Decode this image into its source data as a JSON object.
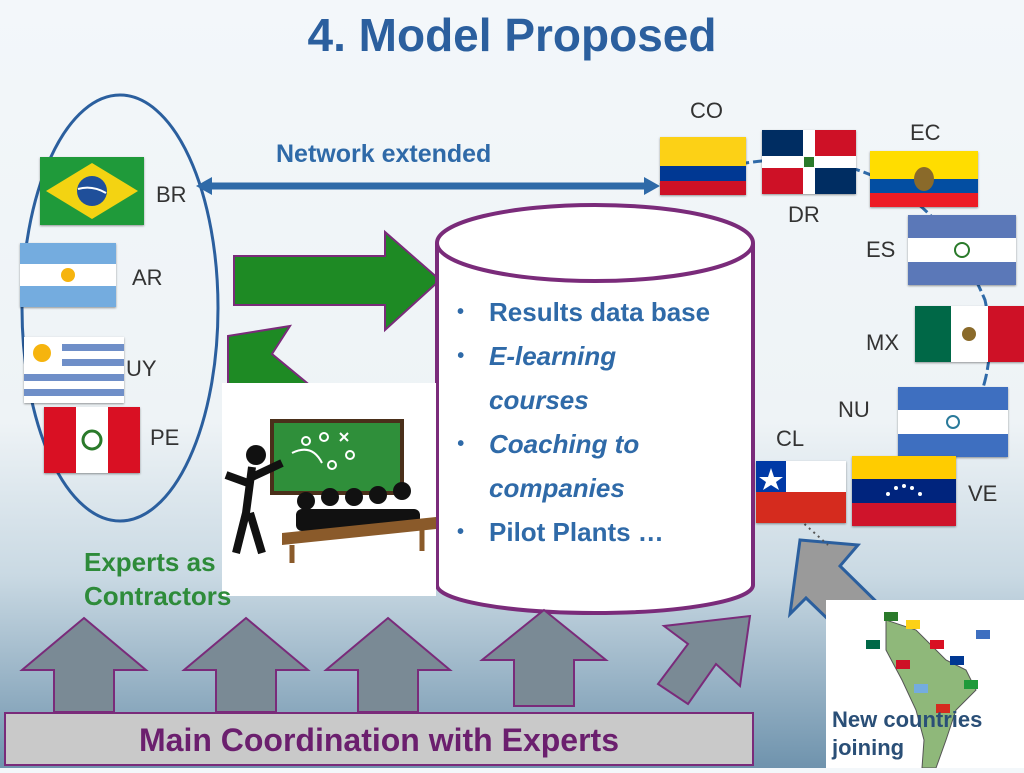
{
  "title": "4. Model Proposed",
  "network_label": "Network extended",
  "left_countries": [
    {
      "code": "BR",
      "icon": "brazil-flag"
    },
    {
      "code": "AR",
      "icon": "argentina-flag"
    },
    {
      "code": "UY",
      "icon": "uruguay-flag"
    },
    {
      "code": "PE",
      "icon": "peru-flag"
    }
  ],
  "right_countries": [
    {
      "code": "CO",
      "icon": "colombia-flag"
    },
    {
      "code": "DR",
      "icon": "dominican-republic-flag"
    },
    {
      "code": "EC",
      "icon": "ecuador-flag"
    },
    {
      "code": "ES",
      "icon": "el-salvador-flag"
    },
    {
      "code": "MX",
      "icon": "mexico-flag"
    },
    {
      "code": "NU",
      "icon": "nicaragua-flag"
    },
    {
      "code": "CL",
      "icon": "chile-flag"
    },
    {
      "code": "VE",
      "icon": "venezuela-flag"
    }
  ],
  "database_items": [
    {
      "text": "Results data base",
      "style": "normal"
    },
    {
      "text": "E-learning",
      "style": "italic"
    },
    {
      "text": "courses",
      "style": "continuation"
    },
    {
      "text": "Coaching to",
      "style": "italic"
    },
    {
      "text": "companies",
      "style": "continuation"
    },
    {
      "text": "Pilot Plants …",
      "style": "normal"
    }
  ],
  "experts_label": [
    "Experts as",
    "Contractors"
  ],
  "main_coordination": "Main Coordination with Experts",
  "new_countries": [
    "New countries",
    "joining"
  ],
  "colors": {
    "title": "#2b5f9e",
    "accent_blue": "#2f6aa8",
    "green_arrow": "#1e8a24",
    "purple": "#7a2b7a",
    "gray_arrow": "#7a8a95"
  }
}
